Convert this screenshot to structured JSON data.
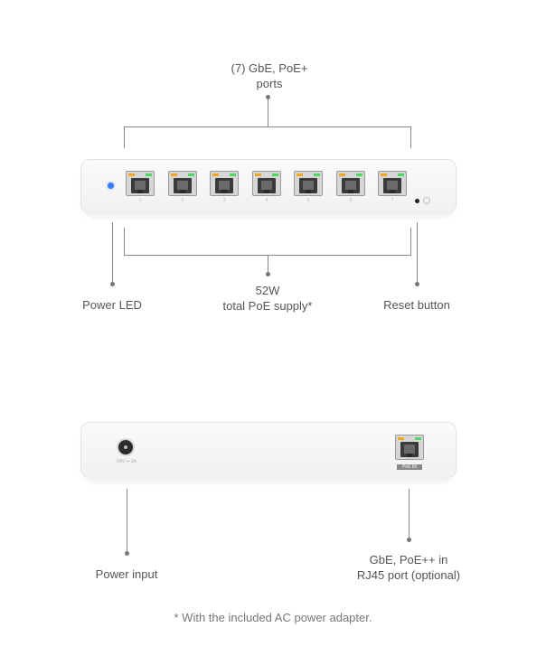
{
  "callouts": {
    "ports_line1": "(7) GbE, PoE+",
    "ports_line2": "ports",
    "power_led": "Power LED",
    "poe_line1": "52W",
    "poe_line2": "total PoE supply*",
    "reset_button": "Reset button",
    "power_input": "Power input",
    "uplink_line1": "GbE, PoE++ in",
    "uplink_line2": "RJ45 port (optional)"
  },
  "footnote": "* With the included AC power adapter.",
  "device_marks": {
    "front_port_numbers": [
      "1",
      "2",
      "3",
      "4",
      "5",
      "6",
      "7"
    ],
    "rear_power_mark": "54V ⎓ 1A",
    "rear_port_mark": "PoE IN"
  },
  "colors": {
    "power_led": "#3d7bf0",
    "port_led_amber": "#f5a623",
    "port_led_green": "#4cd964"
  }
}
